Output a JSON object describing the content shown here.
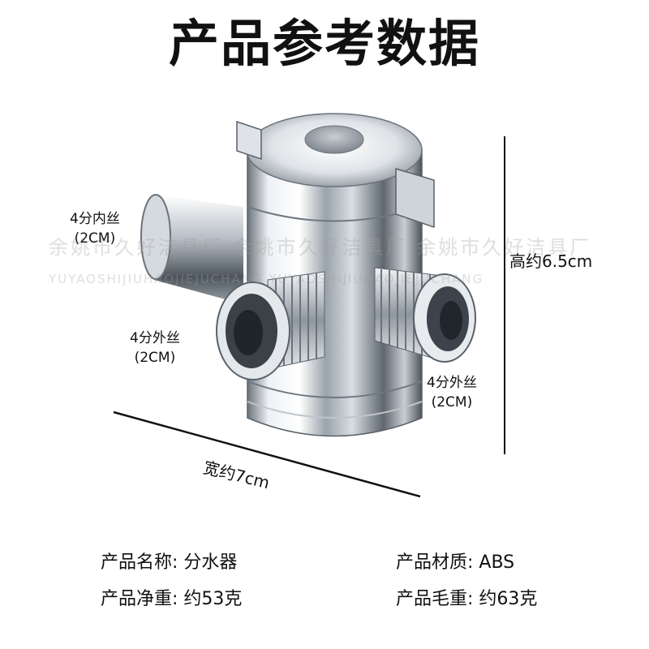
{
  "title": "产品参考数据",
  "watermark": {
    "line1": "余姚市久好洁具厂  余姚市久好洁具厂  余姚市久好洁具厂",
    "line2": "YUYAOSHIJIUHAOJIEJUCHANG   YUYAOSHIJIUHAOJIEJUCHANG"
  },
  "labels": {
    "inlet": {
      "name": "4分内丝",
      "size": "(2CM)"
    },
    "outlet_left": {
      "name": "4分外丝",
      "size": "(2CM)"
    },
    "outlet_right": {
      "name": "4分外丝",
      "size": "(2CM)"
    }
  },
  "dimensions": {
    "height": "高约6.5cm",
    "width": "宽约7cm"
  },
  "specs": {
    "name": {
      "label": "产品名称:",
      "value": "分水器"
    },
    "material": {
      "label": "产品材质:",
      "value": "ABS"
    },
    "net_weight": {
      "label": "产品净重:",
      "value": "约53克"
    },
    "gross_weight": {
      "label": "产品毛重:",
      "value": "约63克"
    }
  },
  "colors": {
    "chrome_light": "#f4f6f8",
    "chrome_mid": "#a9b1b8",
    "chrome_dark": "#3a4046",
    "accent_line": "#111111"
  }
}
